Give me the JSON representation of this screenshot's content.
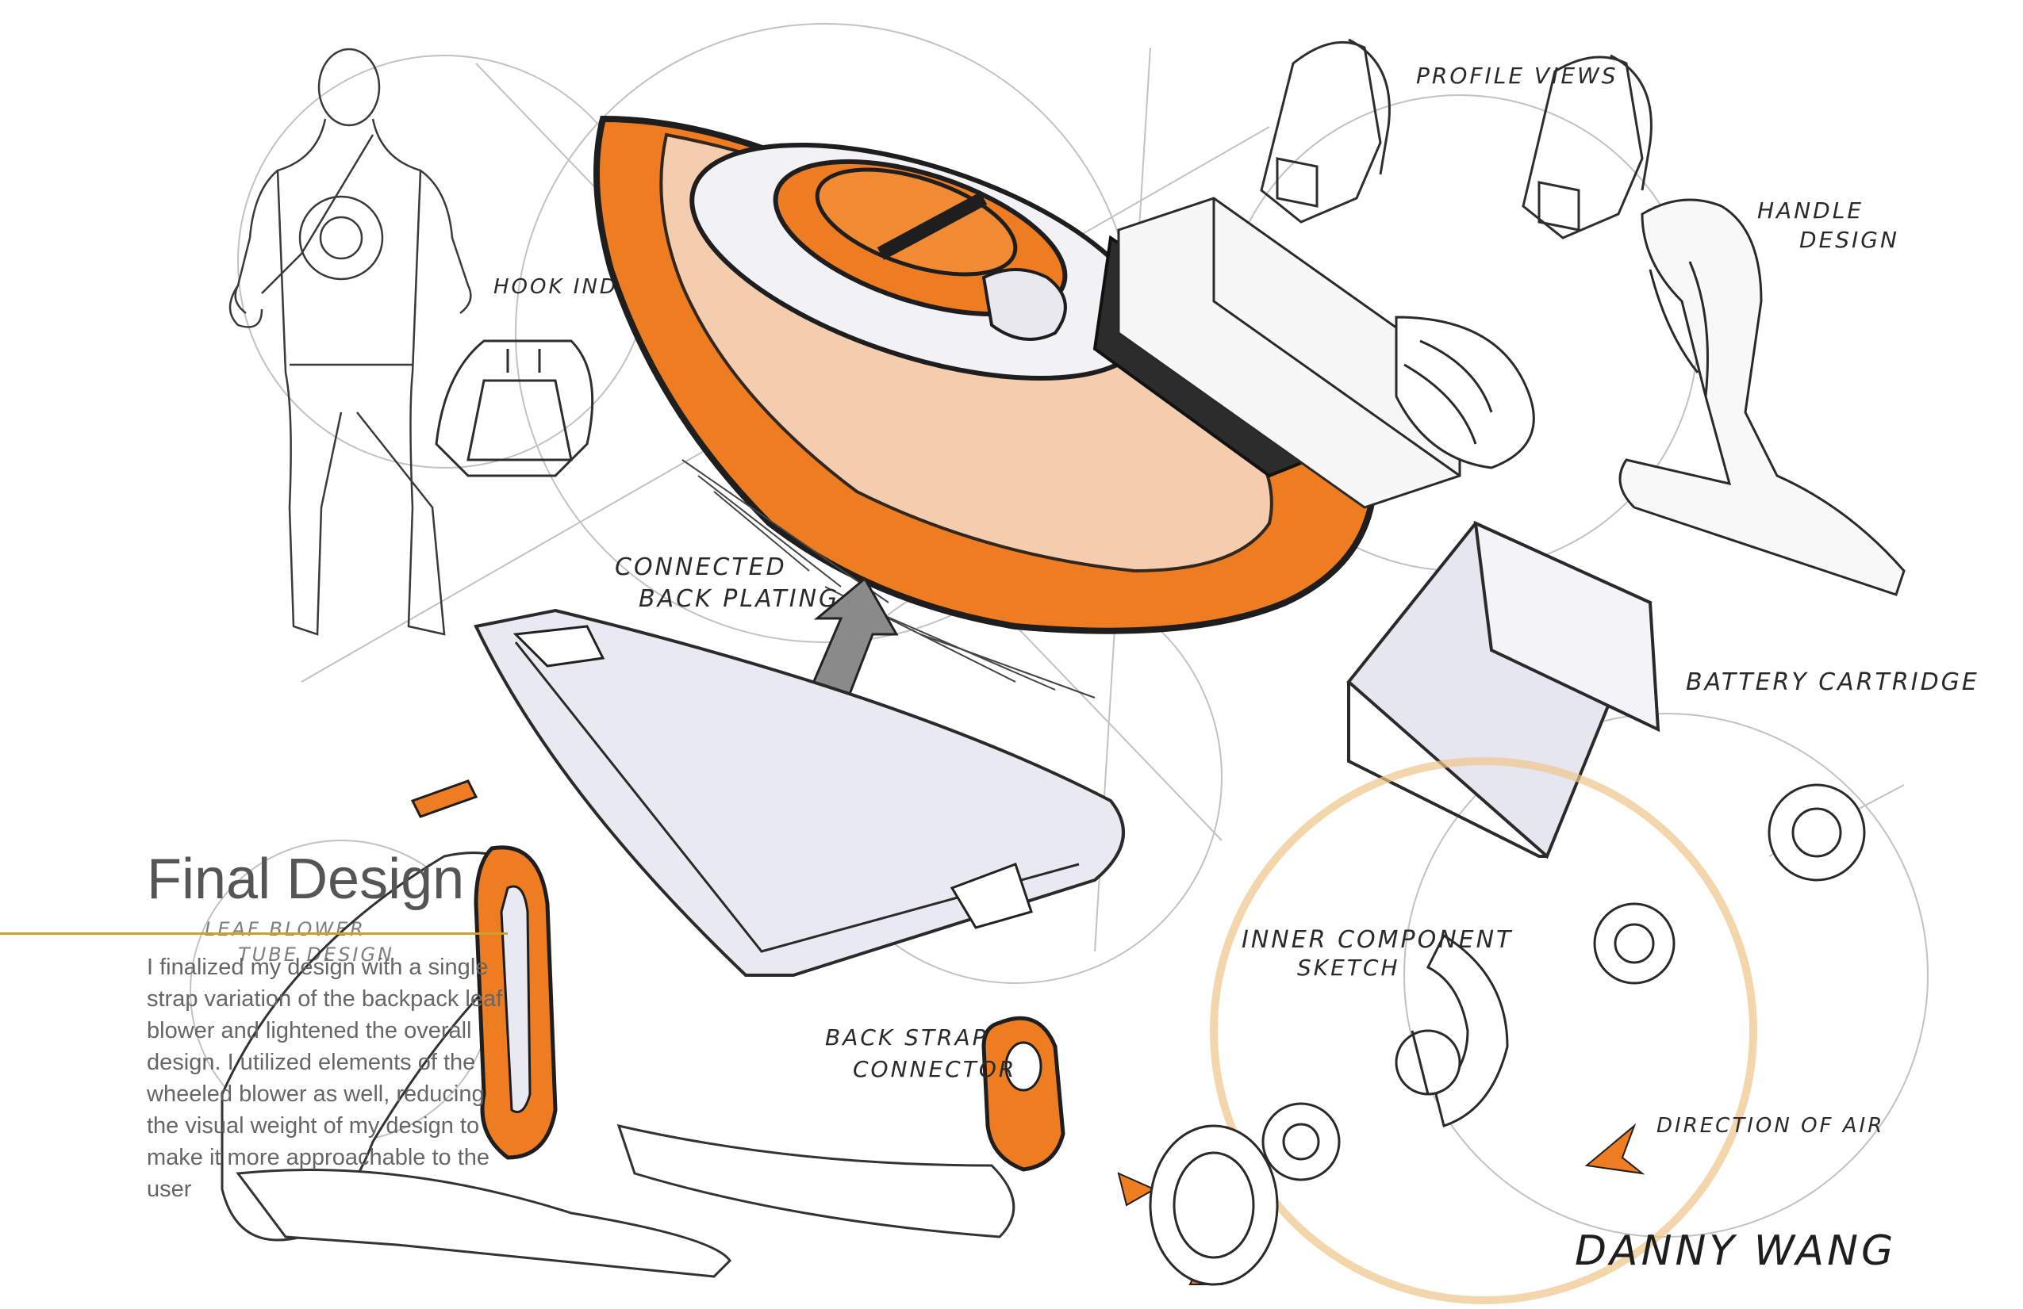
{
  "title": "Final Design",
  "description": "I finalized my design with a single strap variation of the backpack leaf blower and lightened the overall design. I utilized elements of the wheeled blower as well, reducing the visual weight of my design to make it more approachable to the user",
  "annotations": {
    "hook_indent": "HOOK INDENT",
    "profile_views": "PROFILE VIEWS",
    "handle_design_1": "HANDLE",
    "handle_design_2": "DESIGN",
    "connected_back_plating_1": "CONNECTED",
    "connected_back_plating_2": "BACK PLATING",
    "battery_cartridge": "BATTERY CARTRIDGE",
    "leaf_blower_tube_1": "LEAF BLOWER",
    "leaf_blower_tube_2": "TUBE DESIGN",
    "inner_component_1": "INNER COMPONENT",
    "inner_component_2": "SKETCH",
    "back_strap_connector_1": "BACK STRAP",
    "back_strap_connector_2": "CONNECTOR",
    "direction_of_air": "DIRECTION OF AIR"
  },
  "signature": "DANNY WANG",
  "colors": {
    "accent_orange": "#ee7d22",
    "rule_gold": "#c9a227",
    "ink": "#1e1e1e",
    "title_gray": "#555555",
    "body_gray": "#666666"
  }
}
